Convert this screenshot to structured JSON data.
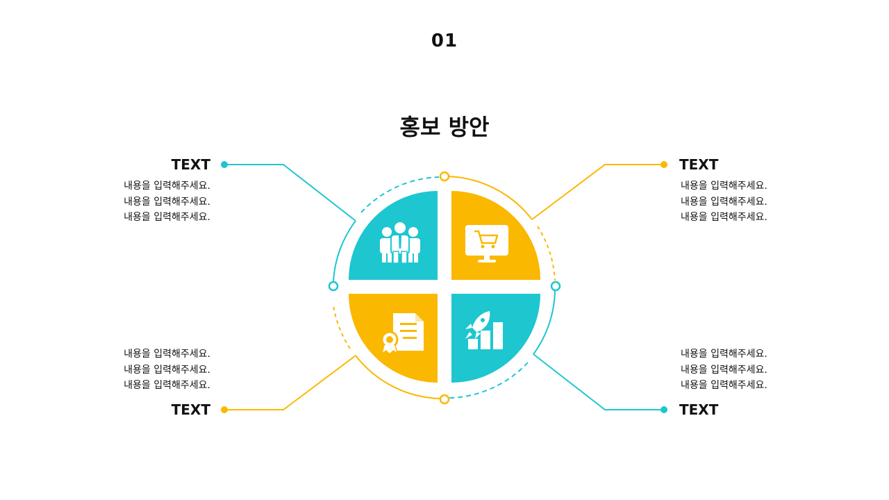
{
  "page_number": "01",
  "title": "홍보 방안",
  "colors": {
    "teal": "#1ec6d0",
    "yellow": "#fbb800"
  },
  "items": [
    {
      "id": "top-left",
      "label": "TEXT",
      "lines": [
        "내용을 입력해주세요.",
        "내용을 입력해주세요.",
        "내용을 입력해주세요."
      ],
      "icon": "team-icon",
      "color": "teal"
    },
    {
      "id": "top-right",
      "label": "TEXT",
      "lines": [
        "내용을 입력해주세요.",
        "내용을 입력해주세요.",
        "내용을 입력해주세요."
      ],
      "icon": "monitor-cart-icon",
      "color": "yellow"
    },
    {
      "id": "bottom-left",
      "label": "TEXT",
      "lines": [
        "내용을 입력해주세요.",
        "내용을 입력해주세요.",
        "내용을 입력해주세요."
      ],
      "icon": "certificate-icon",
      "color": "yellow"
    },
    {
      "id": "bottom-right",
      "label": "TEXT",
      "lines": [
        "내용을 입력해주세요.",
        "내용을 입력해주세요.",
        "내용을 입력해주세요."
      ],
      "icon": "rocket-chart-icon",
      "color": "teal"
    }
  ]
}
